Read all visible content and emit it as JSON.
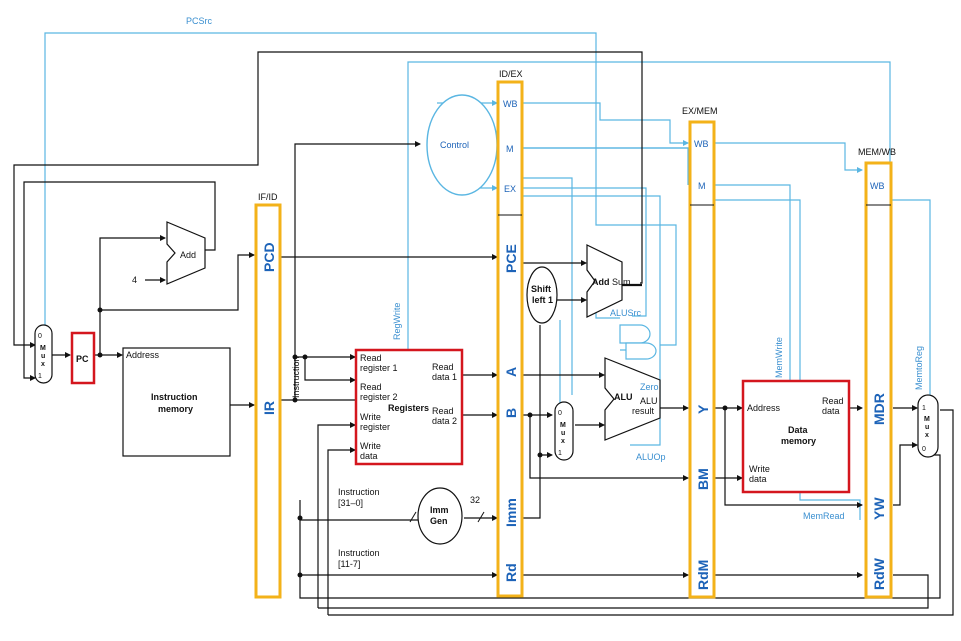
{
  "signals": {
    "pcsrc": "PCSrc",
    "regwrite": "RegWrite",
    "alusrc": "ALUSrc",
    "aluop": "ALUOp",
    "memwrite": "MemWrite",
    "memread": "MemRead",
    "memtoreg": "MemtoReg"
  },
  "pipeline_registers": {
    "ifid": {
      "title": "IF/ID",
      "fields": [
        "PCD",
        "IR"
      ]
    },
    "idex": {
      "title": "ID/EX",
      "fields": [
        "WB",
        "M",
        "EX",
        "PCE",
        "A",
        "B",
        "Imm",
        "Rd"
      ]
    },
    "exmem": {
      "title": "EX/MEM",
      "fields": [
        "WB",
        "M",
        "Y",
        "BM",
        "RdM"
      ]
    },
    "memwb": {
      "title": "MEM/WB",
      "fields": [
        "WB",
        "MDR",
        "YW",
        "RdW"
      ]
    }
  },
  "blocks": {
    "pc": "PC",
    "add": "Add",
    "four": "4",
    "control": "Control",
    "imem": {
      "port": "Address",
      "title1": "Instruction",
      "title2": "memory"
    },
    "instruction": "Instruction",
    "registers": {
      "title": "Registers",
      "rr1a": "Read",
      "rr1b": "register 1",
      "rr2a": "Read",
      "rr2b": "register 2",
      "wra": "Write",
      "wrb": "register",
      "wda": "Write",
      "wdb": "data",
      "rd1a": "Read",
      "rd1b": "data 1",
      "rd2a": "Read",
      "rd2b": "data 2"
    },
    "immgen": {
      "l1": "Imm",
      "l2": "Gen",
      "width": "32",
      "in1": "Instruction",
      "in2": "[31–0]"
    },
    "instr117": {
      "l1": "Instruction",
      "l2": "[11-7]"
    },
    "shift": {
      "l1": "Shift",
      "l2": "left 1"
    },
    "addsum": {
      "add": "Add",
      "sum": "Sum"
    },
    "alu": {
      "title": "ALU",
      "zero": "Zero",
      "res1": "ALU",
      "res2": "result"
    },
    "dmem": {
      "addr": "Address",
      "rd1": "Read",
      "rd2": "data",
      "title1": "Data",
      "title2": "memory",
      "wd1": "Write",
      "wd2": "data"
    },
    "mux_left": {
      "top": "0",
      "l1": "M",
      "l2": "u",
      "l3": "x",
      "bot": "1"
    },
    "mux_alu": {
      "top": "0",
      "l1": "M",
      "l2": "u",
      "l3": "x",
      "bot": "1"
    },
    "mux_wb": {
      "top": "1",
      "l1": "M",
      "l2": "u",
      "l3": "x",
      "bot": "0"
    }
  },
  "colors": {
    "yellow": "#f3b219",
    "red": "#d4161e",
    "blue": "#5ab6e2",
    "black": "#111111",
    "regtext": "#1d63b8"
  }
}
